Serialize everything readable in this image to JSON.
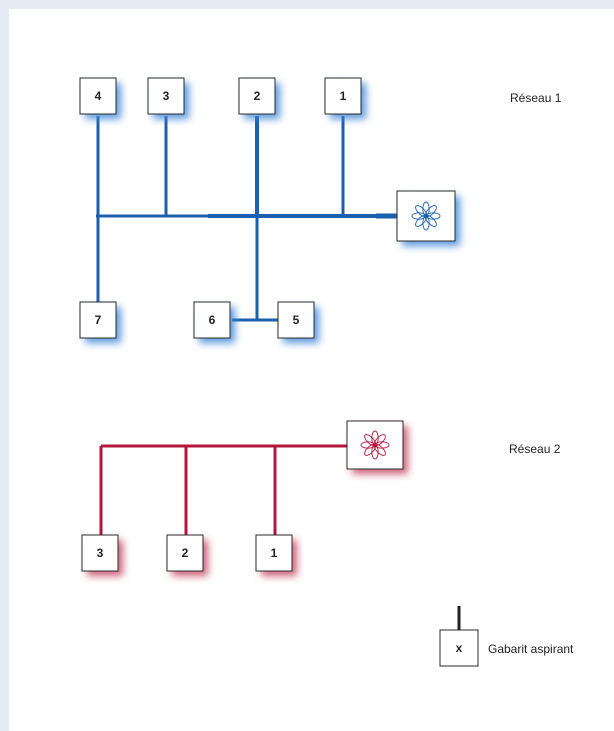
{
  "colors": {
    "background": "#e4ebf4",
    "network1": "#1b5fae",
    "network1_glow": "#3f86d6",
    "network2": "#b3173d",
    "network2_glow": "#c23a5a",
    "box_border": "#2a2a2a",
    "legend_line": "#222222"
  },
  "network1": {
    "label": "Réseau 1",
    "fan_icon": "fan-icon",
    "outlets": [
      "4",
      "3",
      "2",
      "1",
      "7",
      "6",
      "5"
    ]
  },
  "network2": {
    "label": "Réseau 2",
    "fan_icon": "fan-icon",
    "outlets": [
      "3",
      "2",
      "1"
    ]
  },
  "legend": {
    "symbol": "x",
    "label": "Gabarit aspirant"
  }
}
